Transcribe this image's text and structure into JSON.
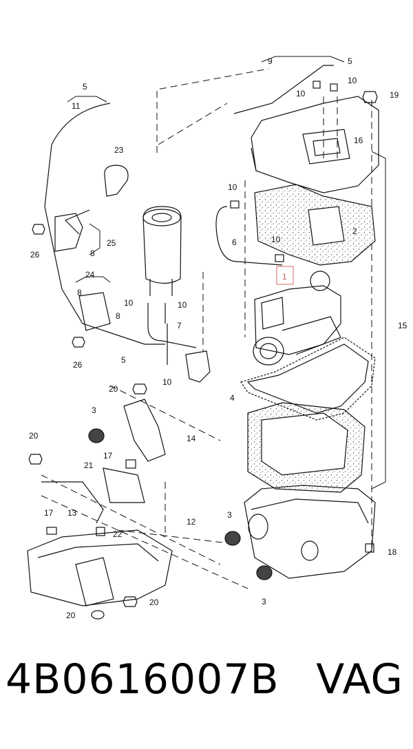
{
  "diagram": {
    "callouts": [
      {
        "id": "c-5-top",
        "text": "5"
      },
      {
        "id": "c-9",
        "text": "9"
      },
      {
        "id": "c-10-a",
        "text": "10"
      },
      {
        "id": "c-10-b",
        "text": "10"
      },
      {
        "id": "c-19",
        "text": "19"
      },
      {
        "id": "c-16",
        "text": "16"
      },
      {
        "id": "c-5-left",
        "text": "5"
      },
      {
        "id": "c-11",
        "text": "11"
      },
      {
        "id": "c-23",
        "text": "23"
      },
      {
        "id": "c-10-c",
        "text": "10"
      },
      {
        "id": "c-2",
        "text": "2"
      },
      {
        "id": "c-6",
        "text": "6"
      },
      {
        "id": "c-10-d",
        "text": "10"
      },
      {
        "id": "c-1",
        "text": "1"
      },
      {
        "id": "c-25",
        "text": "25"
      },
      {
        "id": "c-26-a",
        "text": "26"
      },
      {
        "id": "c-8-a",
        "text": "8"
      },
      {
        "id": "c-24",
        "text": "24"
      },
      {
        "id": "c-8-b",
        "text": "8"
      },
      {
        "id": "c-10-e",
        "text": "10"
      },
      {
        "id": "c-10-f",
        "text": "10"
      },
      {
        "id": "c-8-c",
        "text": "8"
      },
      {
        "id": "c-7",
        "text": "7"
      },
      {
        "id": "c-15",
        "text": "15"
      },
      {
        "id": "c-26-b",
        "text": "26"
      },
      {
        "id": "c-5-mid",
        "text": "5"
      },
      {
        "id": "c-10-g",
        "text": "10"
      },
      {
        "id": "c-4",
        "text": "4"
      },
      {
        "id": "c-20-a",
        "text": "20"
      },
      {
        "id": "c-3-a",
        "text": "3"
      },
      {
        "id": "c-14",
        "text": "14"
      },
      {
        "id": "c-20-b",
        "text": "20"
      },
      {
        "id": "c-17-a",
        "text": "17"
      },
      {
        "id": "c-21",
        "text": "21"
      },
      {
        "id": "c-13",
        "text": "13"
      },
      {
        "id": "c-17-b",
        "text": "17"
      },
      {
        "id": "c-12",
        "text": "12"
      },
      {
        "id": "c-22",
        "text": "22"
      },
      {
        "id": "c-3-b",
        "text": "3"
      },
      {
        "id": "c-18",
        "text": "18"
      },
      {
        "id": "c-3-c",
        "text": "3"
      },
      {
        "id": "c-20-c",
        "text": "20"
      },
      {
        "id": "c-20-d",
        "text": "20"
      }
    ]
  },
  "footer": {
    "part_number": "4B0616007B",
    "brand": "VAG"
  },
  "colors": {
    "line": "#111111",
    "highlight_box": "#e08080"
  }
}
